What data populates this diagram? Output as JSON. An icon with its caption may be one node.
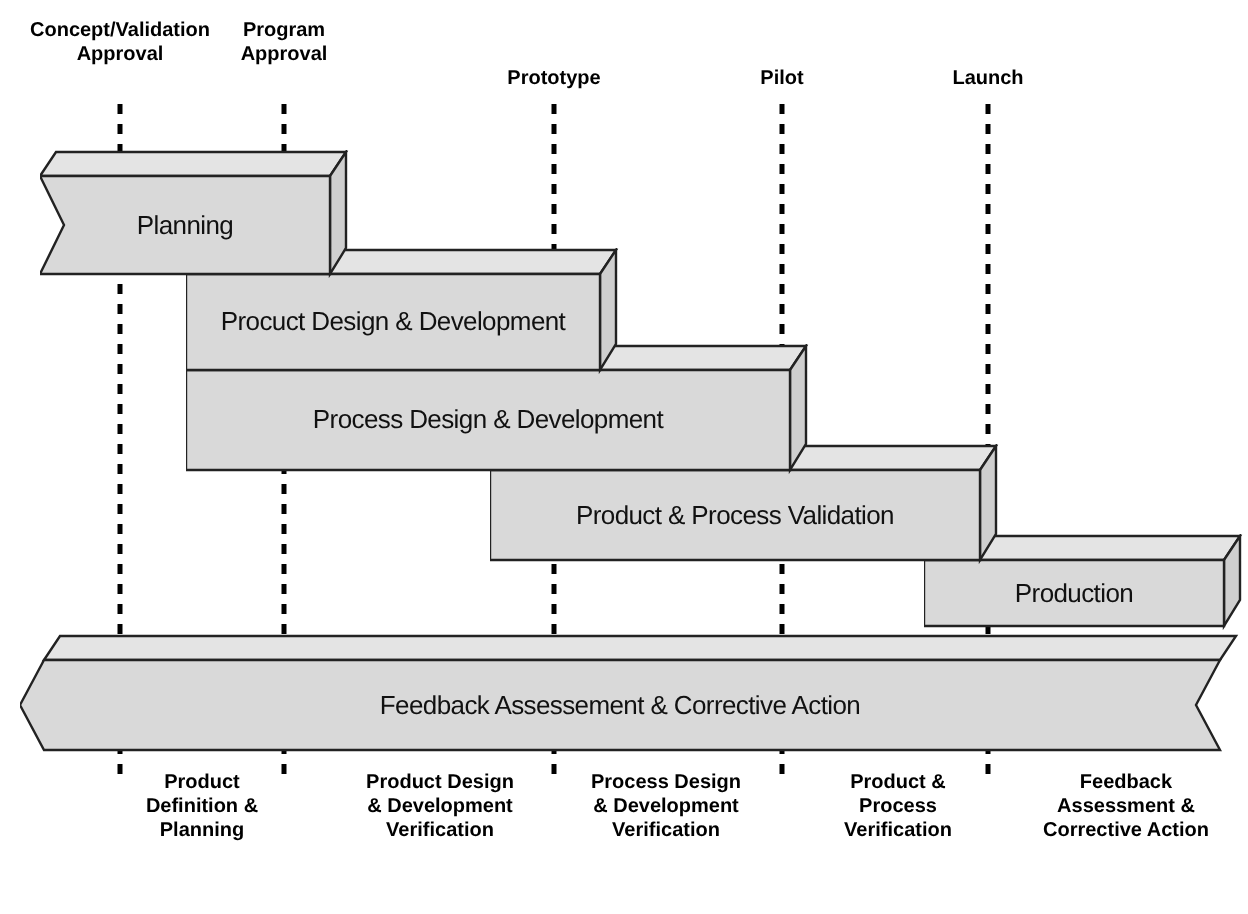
{
  "diagram": {
    "nodes": [
      {
        "text": [
          "Planning"
        ]
      },
      {
        "text": [
          "Procuct Design & Development"
        ]
      },
      {
        "text": [
          "Process Design & Development"
        ]
      },
      {
        "text": [
          "Product & Process Validation"
        ]
      },
      {
        "text": [
          "Production"
        ]
      },
      {
        "text": [
          "Feedback Assessement & Corrective Action"
        ]
      }
    ],
    "labels": [
      "Concept/Validation Approval",
      "Program Approval",
      "Prototype",
      "Pilot",
      "Launch",
      "Product Definition & Planning",
      "Product Design & Development Verification",
      "Process Design & Development Verification",
      "Product & Process Verification",
      "Feedback Assessment & Corrective Action"
    ]
  }
}
